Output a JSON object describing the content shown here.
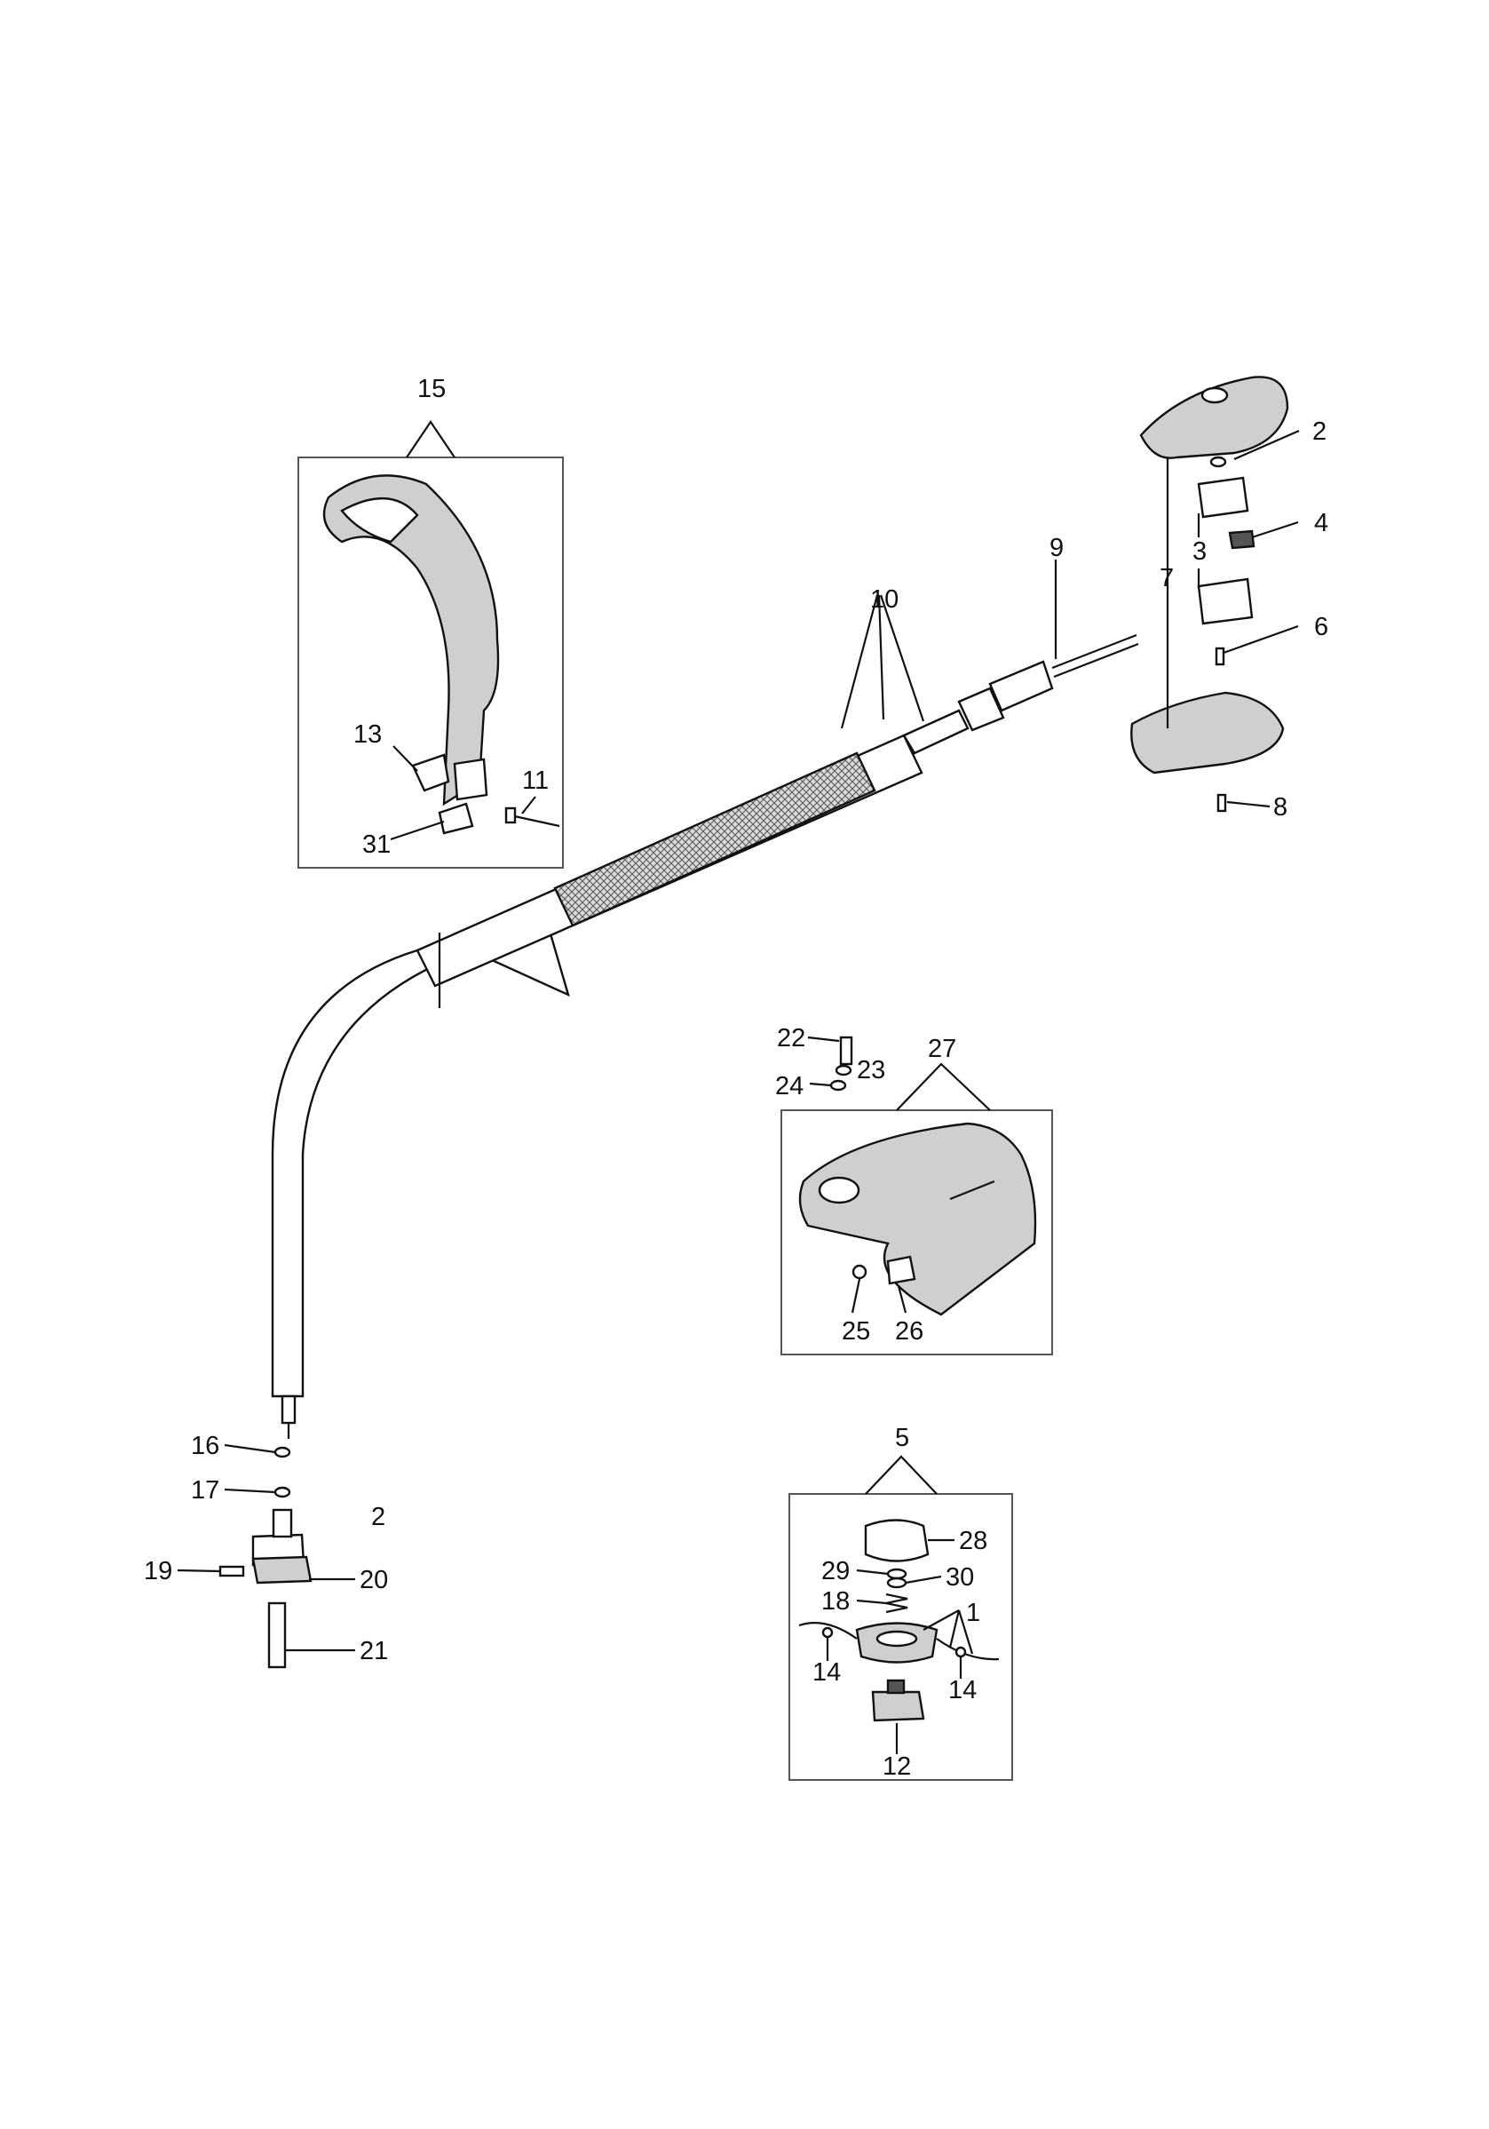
{
  "callouts": {
    "c1": "1",
    "c2a": "2",
    "c2b": "2",
    "c3": "3",
    "c4": "4",
    "c5": "5",
    "c6": "6",
    "c7": "7",
    "c8": "8",
    "c9": "9",
    "c10": "10",
    "c11": "11",
    "c12": "12",
    "c13": "13",
    "c14a": "14",
    "c14b": "14",
    "c15": "15",
    "c16": "16",
    "c17": "17",
    "c18": "18",
    "c19": "19",
    "c20": "20",
    "c21": "21",
    "c22": "22",
    "c23": "23",
    "c24": "24",
    "c25": "25",
    "c26": "26",
    "c27": "27",
    "c28": "28",
    "c29": "29",
    "c30": "30",
    "c31": "31"
  },
  "colors": {
    "line": "#111111",
    "background": "#ffffff",
    "grip": "#bdbdbd",
    "box": "#555555"
  }
}
